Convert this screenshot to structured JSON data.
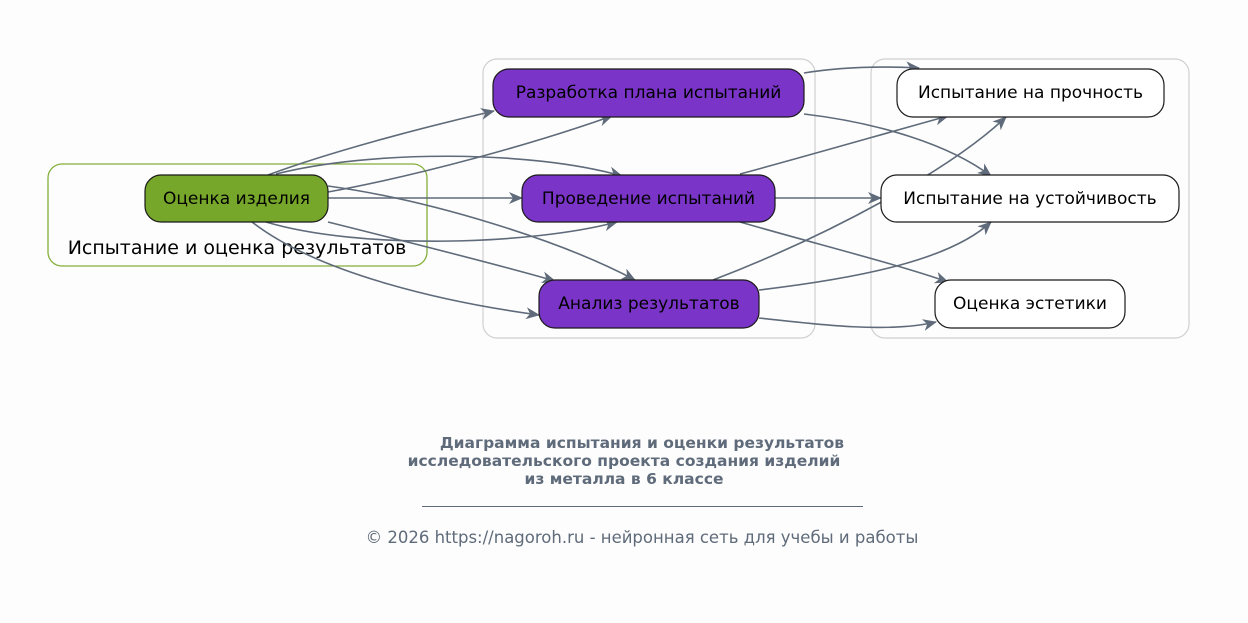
{
  "colors": {
    "background": "#fdfdfd",
    "edge": "#5f6b7a",
    "root_fill": "#76a72a",
    "process_fill": "#7a34c8",
    "leaf_fill": "#ffffff",
    "cluster_left_border": "#84b03a",
    "cluster_border": "#d0d0d0",
    "caption": "#5f6b7a"
  },
  "clusters": [
    {
      "id": "c0",
      "label": "Испытание и оценка результатов"
    },
    {
      "id": "c1",
      "label": ""
    },
    {
      "id": "c2",
      "label": ""
    }
  ],
  "nodes": [
    {
      "id": "ocenka",
      "label": "Оценка изделия",
      "type": "root"
    },
    {
      "id": "razrab",
      "label": "Разработка плана испытаний",
      "type": "process"
    },
    {
      "id": "proved",
      "label": "Проведение испытаний",
      "type": "process"
    },
    {
      "id": "analiz",
      "label": "Анализ результатов",
      "type": "process"
    },
    {
      "id": "prochn",
      "label": "Испытание на прочность",
      "type": "leaf"
    },
    {
      "id": "ustoi",
      "label": "Испытание на устойчивость",
      "type": "leaf"
    },
    {
      "id": "estet",
      "label": "Оценка эстетики",
      "type": "leaf"
    }
  ],
  "edges": [
    {
      "from": "ocenka",
      "to": "razrab"
    },
    {
      "from": "ocenka",
      "to": "razrab"
    },
    {
      "from": "ocenka",
      "to": "proved"
    },
    {
      "from": "ocenka",
      "to": "proved"
    },
    {
      "from": "ocenka",
      "to": "proved"
    },
    {
      "from": "ocenka",
      "to": "analiz"
    },
    {
      "from": "ocenka",
      "to": "analiz"
    },
    {
      "from": "ocenka",
      "to": "analiz"
    },
    {
      "from": "razrab",
      "to": "prochn"
    },
    {
      "from": "razrab",
      "to": "ustoi"
    },
    {
      "from": "proved",
      "to": "prochn"
    },
    {
      "from": "proved",
      "to": "ustoi"
    },
    {
      "from": "proved",
      "to": "estet"
    },
    {
      "from": "analiz",
      "to": "prochn"
    },
    {
      "from": "analiz",
      "to": "ustoi"
    },
    {
      "from": "analiz",
      "to": "estet"
    }
  ],
  "caption": {
    "title_lines": [
      "Диаграмма испытания и оценки результатов",
      "исследовательского проекта создания изделий",
      "из металла в 6 классе"
    ],
    "rule": "________________________________________________",
    "footer": "© 2026 https://nagoroh.ru - нейронная сеть для учебы и работы"
  }
}
